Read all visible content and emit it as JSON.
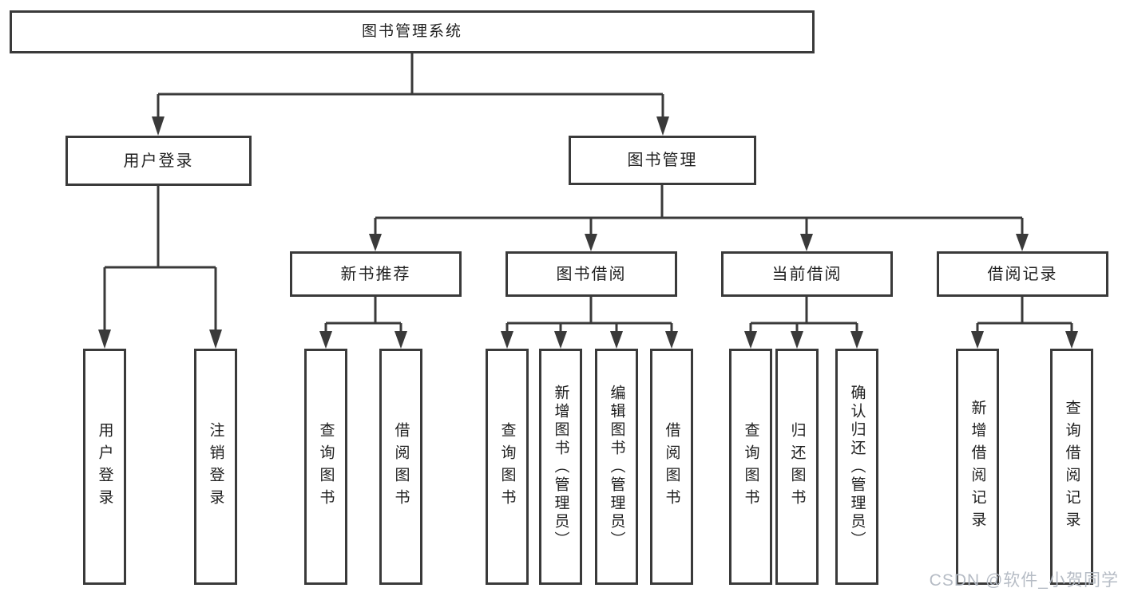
{
  "tree": {
    "label": "图书管理系统",
    "children": [
      {
        "label": "用户登录",
        "children": [
          {
            "label": "用户登录"
          },
          {
            "label": "注销登录"
          }
        ]
      },
      {
        "label": "图书管理",
        "children": [
          {
            "label": "新书推荐",
            "children": [
              {
                "label": "查询图书"
              },
              {
                "label": "借阅图书"
              }
            ]
          },
          {
            "label": "图书借阅",
            "children": [
              {
                "label": "查询图书"
              },
              {
                "label": "新增图书（管理员）"
              },
              {
                "label": "编辑图书（管理员）"
              },
              {
                "label": "借阅图书"
              }
            ]
          },
          {
            "label": "当前借阅",
            "children": [
              {
                "label": "查询图书"
              },
              {
                "label": "归还图书"
              },
              {
                "label": "确认归还（管理员）"
              }
            ]
          },
          {
            "label": "借阅记录",
            "children": [
              {
                "label": "新增借阅记录"
              },
              {
                "label": "查询借阅记录"
              }
            ]
          }
        ]
      }
    ]
  },
  "watermark": {
    "text": "CSDN @软件_小贺同学"
  },
  "colors": {
    "line": "#3a3a3a",
    "text": "#1f1f1f",
    "watermark": "#b2b8c2",
    "background": "#ffffff"
  }
}
